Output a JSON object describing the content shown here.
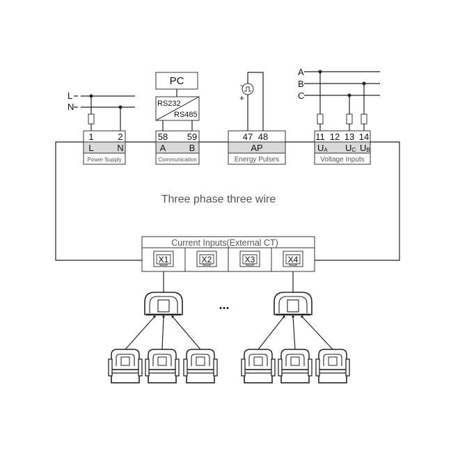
{
  "supply_lines": {
    "l": "L",
    "n": "N"
  },
  "phase_lines": {
    "a": "A",
    "b": "B",
    "c": "C"
  },
  "pc": {
    "label": "PC",
    "rs232": "RS232",
    "rs485": "RS485"
  },
  "pulse": {
    "minus": "-",
    "plus": "+"
  },
  "terminals": {
    "power": {
      "nums": [
        "1",
        "2"
      ],
      "labels": [
        "L",
        "N"
      ],
      "caption": "Power Supply"
    },
    "comm": {
      "nums": [
        "58",
        "59"
      ],
      "labels": [
        "A",
        "B"
      ],
      "caption": "Communication"
    },
    "energy": {
      "nums": [
        "47",
        "48"
      ],
      "label": "AP",
      "caption": "Energy Pulses"
    },
    "voltage": {
      "nums": [
        "11",
        "12",
        "13",
        "14"
      ],
      "labels": [
        "U",
        "U",
        "U"
      ],
      "subs": [
        "A",
        "C",
        "B"
      ],
      "caption": "Voltage Inputs"
    }
  },
  "wiring_title": "Three phase three wire",
  "current_inputs": {
    "title": "Current Inputs(External CT)",
    "ports": [
      "X1",
      "X2",
      "X3",
      "X4"
    ]
  },
  "ellipsis": "..."
}
